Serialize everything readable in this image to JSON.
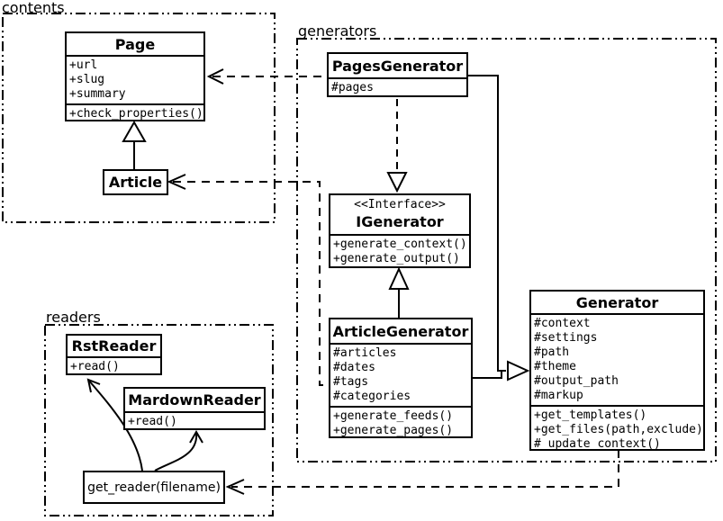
{
  "packages": {
    "contents": {
      "label": "contents"
    },
    "generators": {
      "label": "generators"
    },
    "readers": {
      "label": "readers"
    }
  },
  "classes": {
    "page": {
      "name": "Page",
      "attributes": [
        "+url",
        "+slug",
        "+summary"
      ],
      "methods": [
        "+check_properties()"
      ]
    },
    "article": {
      "name": "Article"
    },
    "pages_generator": {
      "name": "PagesGenerator",
      "attributes": [
        "#pages"
      ]
    },
    "igenerator": {
      "stereotype": "<<Interface>>",
      "name": "IGenerator",
      "methods": [
        "+generate_context()",
        "+generate_output()"
      ]
    },
    "article_generator": {
      "name": "ArticleGenerator",
      "attributes": [
        "#articles",
        "#dates",
        "#tags",
        "#categories"
      ],
      "methods": [
        "+generate_feeds()",
        "+generate_pages()"
      ]
    },
    "generator": {
      "name": "Generator",
      "attributes": [
        "#context",
        "#settings",
        "#path",
        "#theme",
        "#output_path",
        "#markup"
      ],
      "methods": [
        "+get_templates()",
        "+get_files(path,exclude)",
        "#_update_context()"
      ]
    },
    "rst_reader": {
      "name": "RstReader",
      "methods": [
        "+read()"
      ]
    },
    "mardown_reader": {
      "name": "MardownReader",
      "methods": [
        "+read()"
      ]
    },
    "get_reader": {
      "name": "get_reader(filename)"
    }
  },
  "relationships": [
    {
      "from": "Article",
      "to": "Page",
      "type": "inheritance"
    },
    {
      "from": "PagesGenerator",
      "to": "Page",
      "type": "dependency"
    },
    {
      "from": "ArticleGenerator",
      "to": "Article",
      "type": "dependency"
    },
    {
      "from": "PagesGenerator",
      "to": "IGenerator",
      "type": "realization"
    },
    {
      "from": "ArticleGenerator",
      "to": "IGenerator",
      "type": "realization"
    },
    {
      "from": "PagesGenerator",
      "to": "Generator",
      "type": "inheritance"
    },
    {
      "from": "ArticleGenerator",
      "to": "Generator",
      "type": "inheritance"
    },
    {
      "from": "Generator",
      "to": "get_reader(filename)",
      "type": "dependency"
    },
    {
      "from": "get_reader(filename)",
      "to": "RstReader",
      "type": "call"
    },
    {
      "from": "get_reader(filename)",
      "to": "MardownReader",
      "type": "call"
    }
  ],
  "colors": {
    "line": "#000000",
    "background": "#ffffff",
    "box_fill": "#ffffff"
  }
}
